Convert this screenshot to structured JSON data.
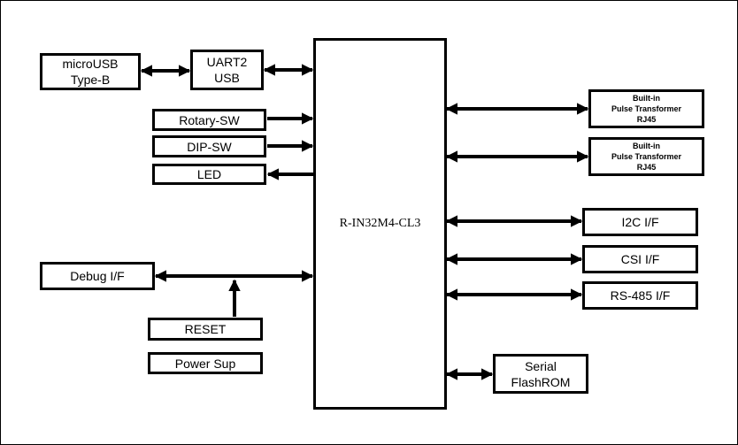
{
  "blocks": {
    "micro_usb": "microUSB\nType-B",
    "uart2_usb": "UART2\nUSB",
    "rotary_sw": "Rotary-SW",
    "dip_sw": "DIP-SW",
    "led": "LED",
    "debug_if": "Debug I/F",
    "reset": "RESET",
    "power_sup": "Power Sup",
    "soc": "R-IN32M4-CL3",
    "rj45_1": "Built-in\nPulse Transformer\nRJ45",
    "rj45_2": "Built-in\nPulse Transformer\nRJ45",
    "i2c_if": "I2C I/F",
    "csi_if": "CSI I/F",
    "rs485_if": "RS-485 I/F",
    "serial_flashrom": "Serial\nFlashROM"
  },
  "connections": [
    {
      "from": "micro_usb",
      "to": "uart2_usb",
      "direction": "bidirectional"
    },
    {
      "from": "uart2_usb",
      "to": "soc",
      "direction": "bidirectional"
    },
    {
      "from": "rotary_sw",
      "to": "soc",
      "direction": "to-soc"
    },
    {
      "from": "dip_sw",
      "to": "soc",
      "direction": "to-soc"
    },
    {
      "from": "soc",
      "to": "led",
      "direction": "to-led"
    },
    {
      "from": "debug_if",
      "to": "soc",
      "direction": "bidirectional"
    },
    {
      "from": "reset",
      "to": "debug_if-line",
      "direction": "up"
    },
    {
      "from": "soc",
      "to": "rj45_1",
      "direction": "bidirectional"
    },
    {
      "from": "soc",
      "to": "rj45_2",
      "direction": "bidirectional"
    },
    {
      "from": "soc",
      "to": "i2c_if",
      "direction": "bidirectional"
    },
    {
      "from": "soc",
      "to": "csi_if",
      "direction": "bidirectional"
    },
    {
      "from": "soc",
      "to": "rs485_if",
      "direction": "bidirectional"
    },
    {
      "from": "soc",
      "to": "serial_flashrom",
      "direction": "bidirectional"
    }
  ]
}
